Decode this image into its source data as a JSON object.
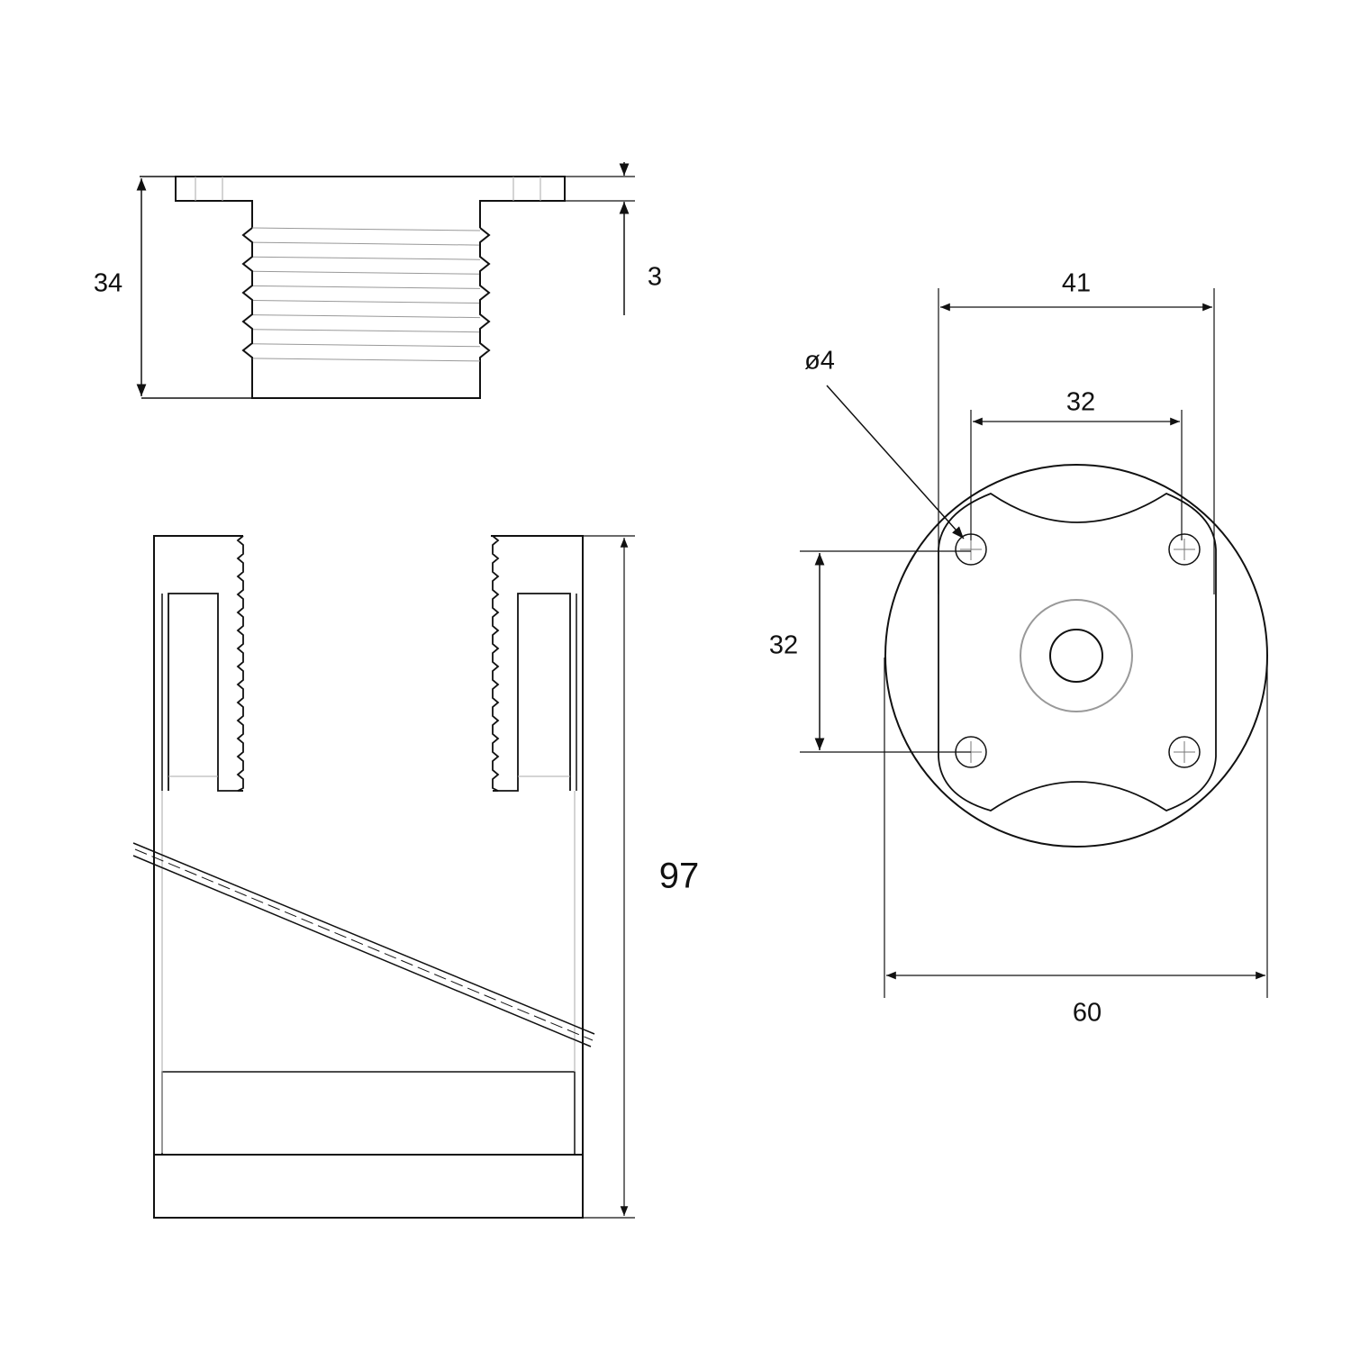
{
  "labels": {
    "top_height": "34",
    "flange_thickness": "3",
    "body_height": "97",
    "outer_hole_span": "41",
    "hole_diameter": "ø4",
    "hole_spacing_x": "32",
    "hole_spacing_y": "32",
    "diameter": "60"
  },
  "colors": {
    "line": "#111111",
    "thin": "#999999"
  }
}
